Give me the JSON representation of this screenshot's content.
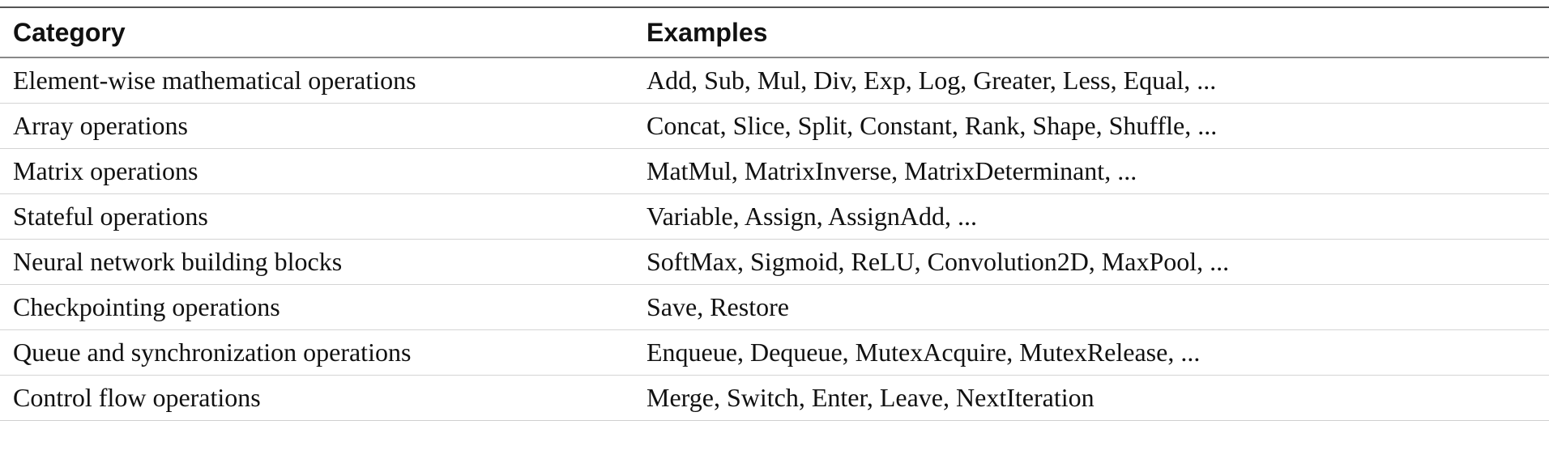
{
  "table": {
    "headers": {
      "category": "Category",
      "examples": "Examples"
    },
    "rows": [
      {
        "category": "Element-wise mathematical operations",
        "examples": "Add, Sub, Mul, Div, Exp, Log, Greater, Less, Equal, ..."
      },
      {
        "category": "Array operations",
        "examples": "Concat, Slice, Split, Constant, Rank, Shape, Shuffle, ..."
      },
      {
        "category": "Matrix operations",
        "examples": "MatMul, MatrixInverse, MatrixDeterminant, ..."
      },
      {
        "category": "Stateful operations",
        "examples": "Variable, Assign, AssignAdd, ..."
      },
      {
        "category": "Neural network building blocks",
        "examples": "SoftMax, Sigmoid, ReLU, Convolution2D, MaxPool, ..."
      },
      {
        "category": "Checkpointing operations",
        "examples": "Save, Restore"
      },
      {
        "category": "Queue and synchronization operations",
        "examples": "Enqueue, Dequeue, MutexAcquire, MutexRelease, ..."
      },
      {
        "category": "Control flow operations",
        "examples": "Merge, Switch, Enter, Leave, NextIteration"
      }
    ]
  }
}
